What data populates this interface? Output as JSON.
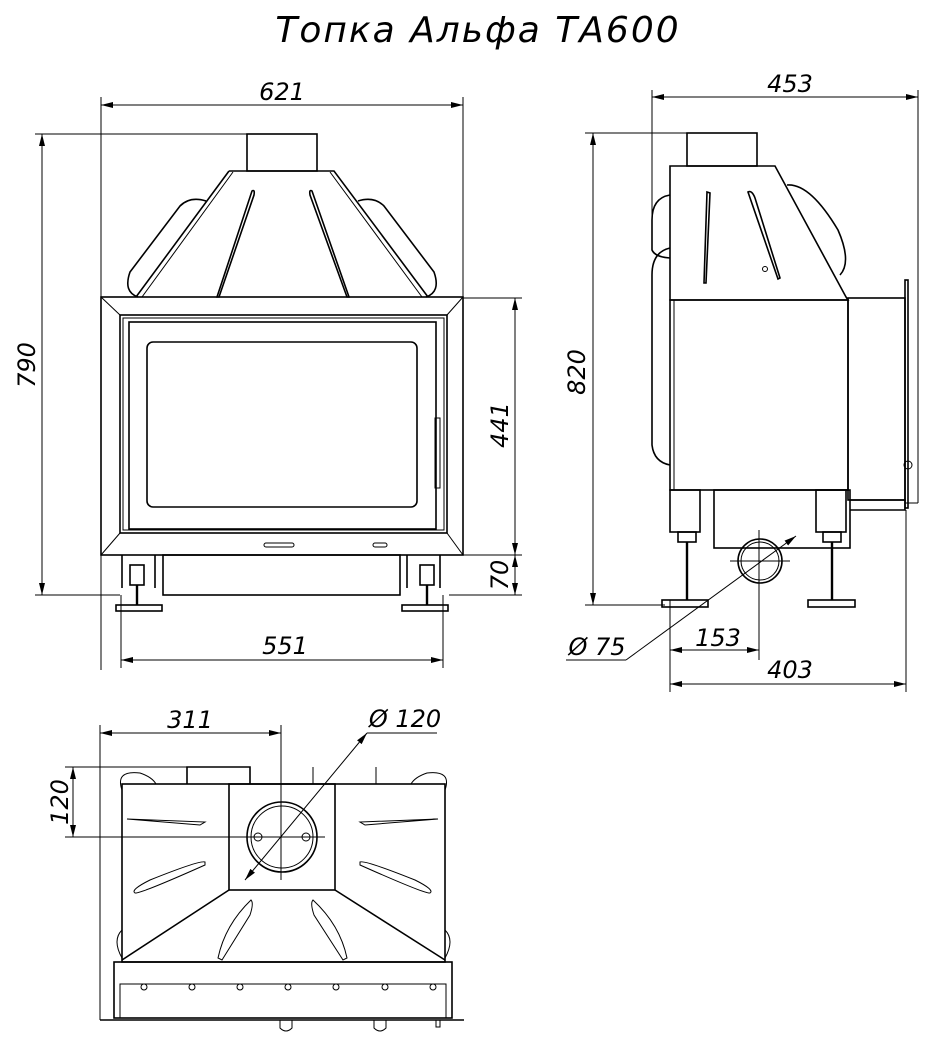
{
  "title": "Топка Альфа ТА600",
  "front_view": {
    "width": "621",
    "height": "790",
    "door_height": "441",
    "leg_height": "70",
    "base_width": "551"
  },
  "side_view": {
    "depth": "453",
    "height": "820",
    "air_inlet_diameter": "Ø 75",
    "air_inlet_offset": "153",
    "body_depth": "403"
  },
  "top_view": {
    "flue_offset_x": "311",
    "flue_offset_y": "120",
    "flue_diameter": "Ø 120"
  }
}
